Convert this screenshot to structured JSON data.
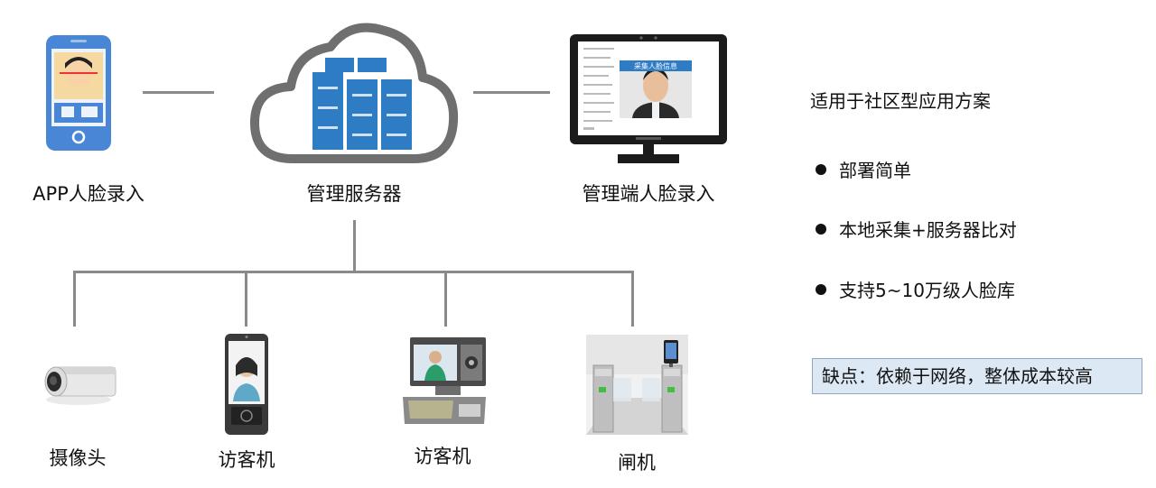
{
  "nodes": {
    "app": "APP人脸录入",
    "server": "管理服务器",
    "admin": "管理端人脸录入"
  },
  "devices": {
    "camera": "摄像头",
    "visitor1": "访客机",
    "visitor2": "访客机",
    "gate": "闸机"
  },
  "monitor_screen": {
    "banner": "采集人脸信息"
  },
  "info": {
    "title": "适用于社区型应用方案",
    "features": [
      "部署简单",
      "本地采集+服务器比对",
      "支持5~10万级人脸库"
    ],
    "drawback": "缺点：依赖于网络，整体成本较高"
  },
  "colors": {
    "line": "#8a8a8a",
    "server_blue": "#2e7cc4",
    "phone_blue": "#4a86d6",
    "note_bg": "#dde8f5"
  }
}
